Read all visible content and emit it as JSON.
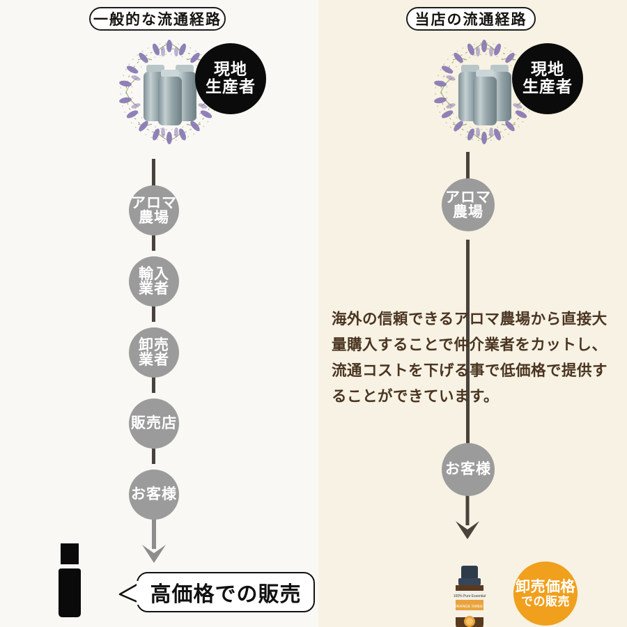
{
  "colors": {
    "panel_left_bg": "#faf8f5",
    "panel_right_bg": "#f7f2e3",
    "node_gray": "#9b9b9b",
    "connector": "#4a423c",
    "arrow_gray": "#8d8d8d",
    "badge_black": "#0b0b0b",
    "badge_orange": "#f0a01d",
    "body_text": "#4a3421",
    "lavender": "#8b7bb5",
    "stem_green": "#9aa86b"
  },
  "left_panel": {
    "header": "一般的な流通経路",
    "producer_badge": {
      "line1": "現地",
      "line2": "生産者"
    },
    "wreath_icon": "lavender-wreath-with-bottles",
    "nodes": [
      {
        "id": "aroma-farm",
        "lines": [
          "アロマ",
          "農場"
        ]
      },
      {
        "id": "importer",
        "lines": [
          "輸入",
          "業者"
        ]
      },
      {
        "id": "wholesaler",
        "lines": [
          "卸売",
          "業者"
        ]
      },
      {
        "id": "retailer",
        "lines": [
          "販売店"
        ]
      },
      {
        "id": "customer",
        "lines": [
          "お客様"
        ]
      }
    ],
    "result_bubble": "高価格での販売",
    "bottle_icon": "black-bottle-silhouette"
  },
  "right_panel": {
    "header": "当店の流通経路",
    "producer_badge": {
      "line1": "現地",
      "line2": "生産者"
    },
    "wreath_icon": "lavender-wreath-with-bottles",
    "nodes": [
      {
        "id": "aroma-farm",
        "lines": [
          "アロマ",
          "農場"
        ]
      },
      {
        "id": "customer",
        "lines": [
          "お客様"
        ]
      }
    ],
    "body_copy": "海外の信頼できるアロマ農場から直接大量購入することで仲介業者をカットし、流通コストを下げる事で低価格で提供することができています。",
    "result_badge": {
      "line1": "卸売価格",
      "line2": "での販売"
    },
    "product_bottle": {
      "icon": "essential-oil-bottle",
      "label_top": "100% Pure Essential",
      "label_main": "ORANGE SWEET BLEND"
    }
  }
}
